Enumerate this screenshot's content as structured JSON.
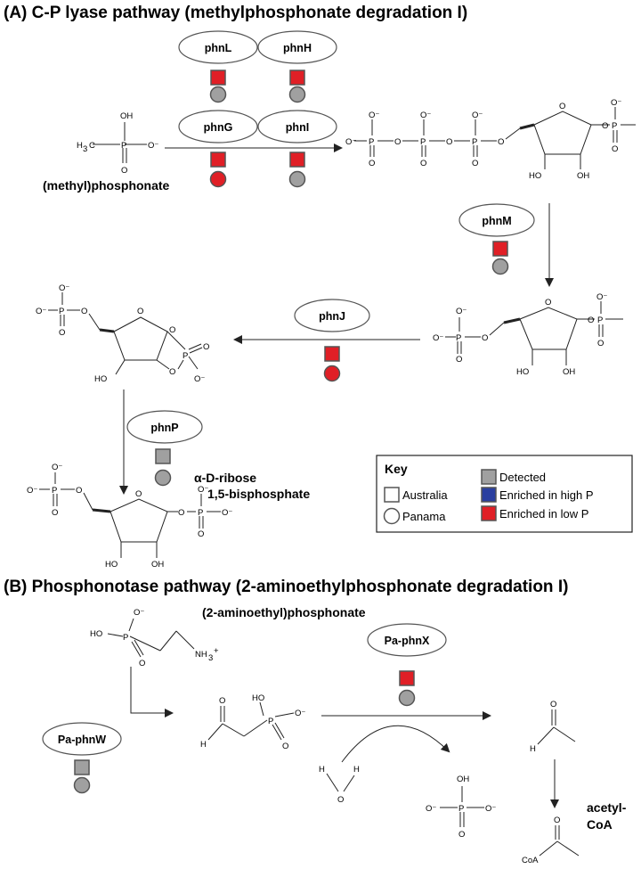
{
  "panel_a": {
    "title": "(A) C-P lyase pathway (methylphosphonate degradation I)",
    "enzymes": {
      "phnL": "phnL",
      "phnH": "phnH",
      "phnG": "phnG",
      "phnI": "phnI",
      "phnM": "phnM",
      "phnJ": "phnJ",
      "phnP": "phnP"
    },
    "compounds": {
      "methylphosphonate": "(methyl)phosphonate",
      "ribose_bisphosphate_line1": "α-D-ribose",
      "ribose_bisphosphate_line2": "1,5-bisphosphate"
    },
    "status": {
      "phnL": {
        "australia": "low-P",
        "panama": "detected"
      },
      "phnH": {
        "australia": "low-P",
        "panama": "detected"
      },
      "phnG": {
        "australia": "low-P",
        "panama": "low-P"
      },
      "phnI": {
        "australia": "low-P",
        "panama": "detected"
      },
      "phnM": {
        "australia": "low-P",
        "panama": "detected"
      },
      "phnJ": {
        "australia": "low-P",
        "panama": "low-P"
      },
      "phnP": {
        "australia": "detected",
        "panama": "detected"
      }
    }
  },
  "key": {
    "title": "Key",
    "australia": "Australia",
    "panama": "Panama",
    "detected": "Detected",
    "high_p": "Enriched in high P",
    "low_p": "Enriched in low P"
  },
  "panel_b": {
    "title": "(B) Phosphonotase pathway (2-aminoethylphosphonate degradation I)",
    "enzymes": {
      "phnW": "Pa-phnW",
      "phnX": "Pa-phnX"
    },
    "compounds": {
      "aminoethylphosphonate": "(2-aminoethyl)phosphonate",
      "acetyl_coa_line1": "acetyl-",
      "acetyl_coa_line2": "CoA"
    },
    "status": {
      "phnW": {
        "australia": "detected",
        "panama": "detected"
      },
      "phnX": {
        "australia": "low-P",
        "panama": "detected"
      }
    }
  },
  "colors": {
    "detected": "#a0a0a0",
    "high_p": "#2a3fa0",
    "low_p": "#e01f26",
    "outline": "#555555",
    "arrow": "#222222"
  }
}
